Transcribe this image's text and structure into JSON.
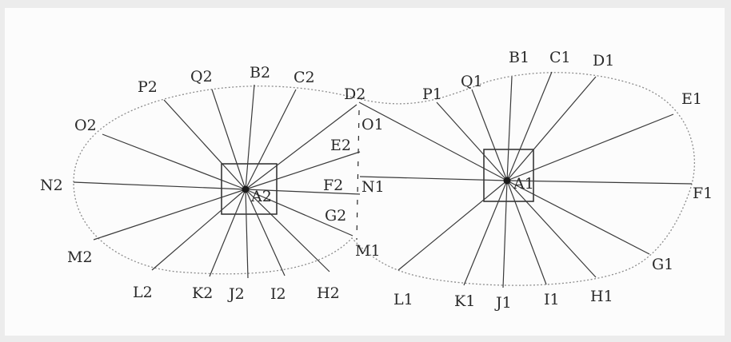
{
  "diagram": {
    "centers": [
      {
        "id": "A2",
        "label": "A2"
      },
      {
        "id": "A1",
        "label": "A1"
      }
    ],
    "labels_left": {
      "P2": "P2",
      "Q2": "Q2",
      "B2": "B2",
      "C2": "C2",
      "D2": "D2",
      "O2": "O2",
      "N2": "N2",
      "M2": "M2",
      "L2": "L2",
      "K2": "K2",
      "J2": "J2",
      "I2": "I2",
      "H2": "H2",
      "E2": "E2",
      "F2": "F2",
      "G2": "G2"
    },
    "labels_middle": {
      "O1": "O1",
      "N1": "N1",
      "M1": "M1"
    },
    "labels_right": {
      "P1": "P1",
      "Q1": "Q1",
      "B1": "B1",
      "C1": "C1",
      "D1": "D1",
      "E1": "E1",
      "F1": "F1",
      "G1": "G1",
      "H1": "H1",
      "I1": "I1",
      "J1": "J1",
      "K1": "K1",
      "L1": "L1"
    },
    "colors": {
      "ink": "#2a2a2a",
      "outline": "#9a9a9a",
      "background": "#fcfcfc"
    }
  }
}
